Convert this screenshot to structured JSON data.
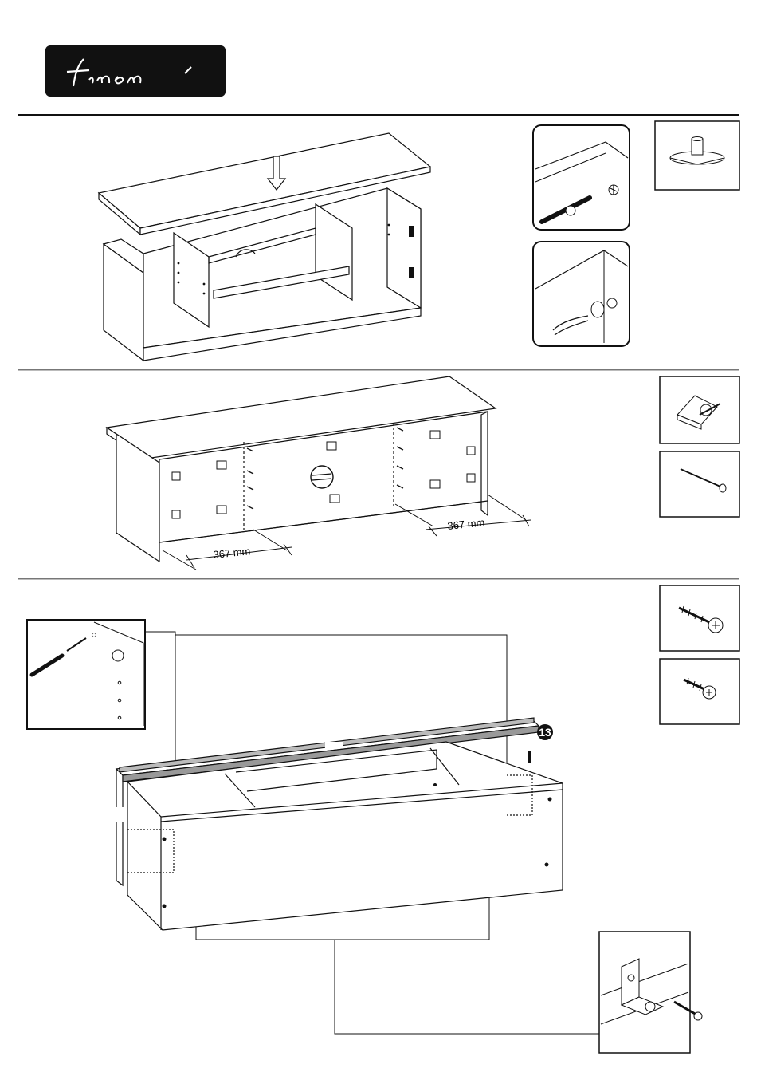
{
  "brand": {
    "logo_text": "finori"
  },
  "steps": [
    {
      "id": "step-1",
      "icons": [
        "dowel-connector-icon",
        "cam-cover-cap-icon",
        "furniture-foot-glide-icon"
      ]
    },
    {
      "id": "step-2",
      "icons": [
        "corner-bracket-icon",
        "nail-icon"
      ],
      "dimensions": {
        "left": "367 mm",
        "right": "367 mm"
      }
    },
    {
      "id": "step-3",
      "icons": [
        "long-screw-icon",
        "short-screw-icon",
        "angle-bracket-icon"
      ],
      "part_badge": "13"
    }
  ]
}
